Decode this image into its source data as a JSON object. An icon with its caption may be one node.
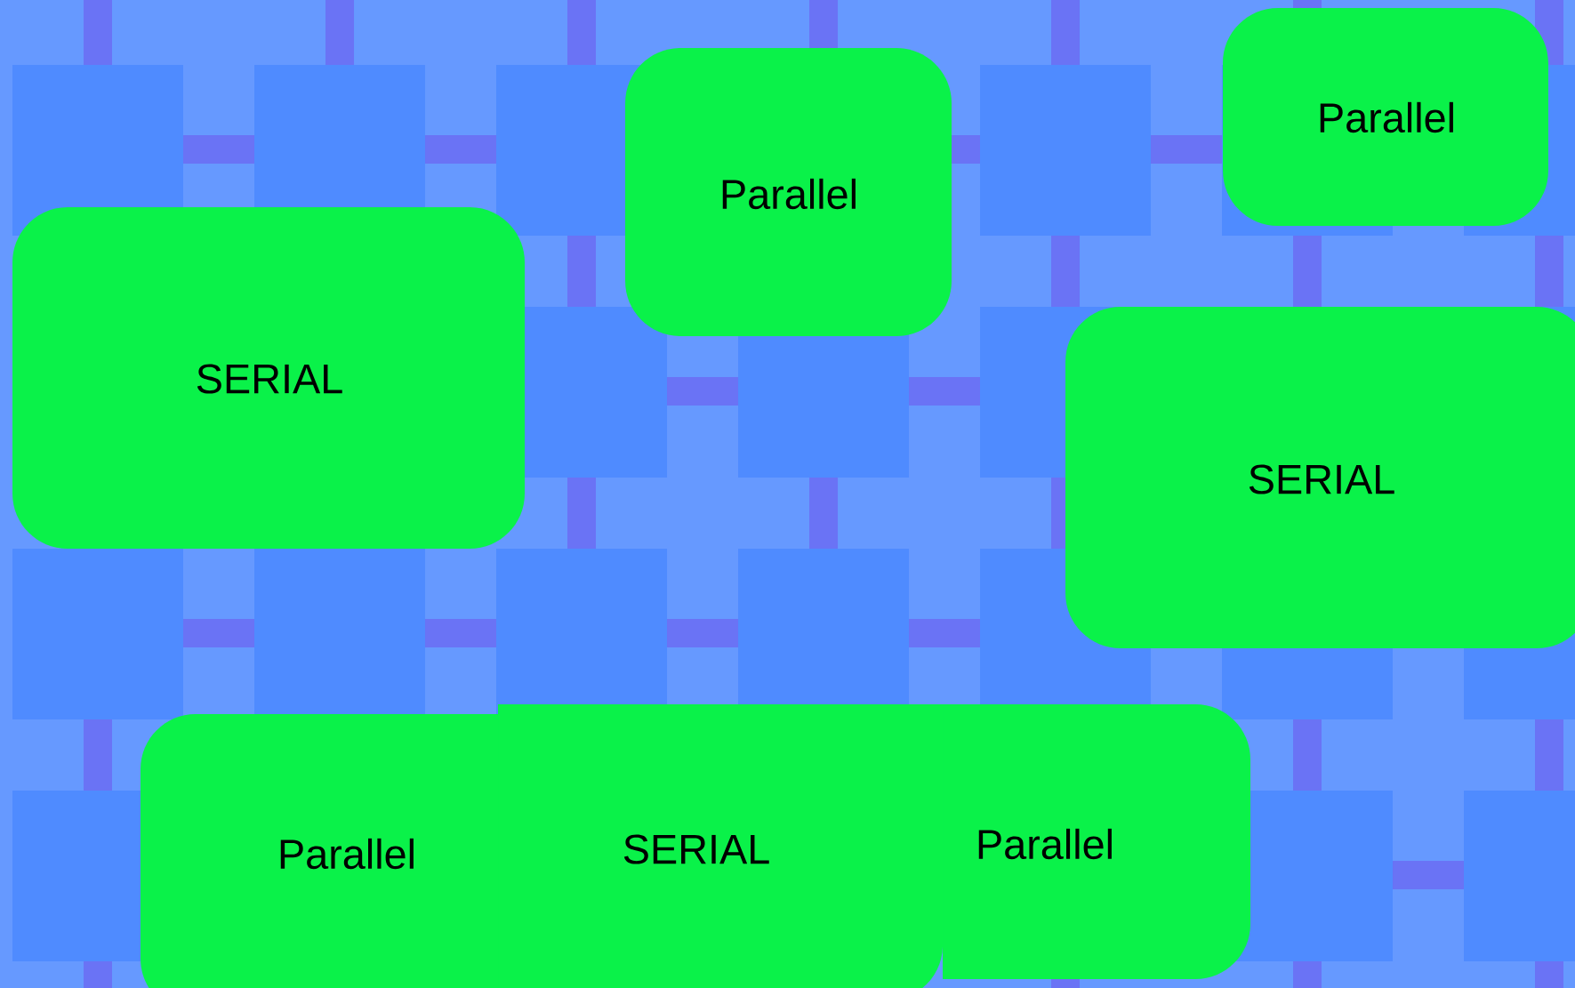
{
  "diagram": {
    "nodes": [
      {
        "text": [
          "Parallel"
        ]
      },
      {
        "text": [
          "Parallel"
        ]
      },
      {
        "text": [
          "SERIAL"
        ]
      },
      {
        "text": [
          "SERIAL"
        ]
      },
      {
        "text": [
          "Parallel"
        ]
      },
      {
        "text": [
          "Parallel"
        ]
      },
      {
        "text": [
          "SERIAL"
        ]
      }
    ]
  }
}
